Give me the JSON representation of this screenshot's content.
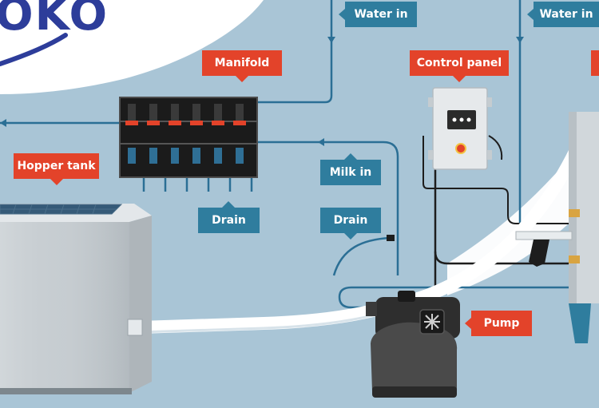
{
  "brand": {
    "text": "OKO"
  },
  "labels": {
    "water_in_1": "Water in",
    "water_in_2": "Water in",
    "manifold": "Manifold",
    "control_panel": "Control panel",
    "hopper_tank": "Hopper tank",
    "drain_1": "Drain",
    "drain_2": "Drain",
    "milk_in": "Milk in",
    "pump": "Pump"
  },
  "colors": {
    "background": "#a9c5d6",
    "label_red": "#e3432a",
    "label_teal": "#2f7d9e",
    "pipe": "#2b6f95",
    "brand_blue": "#2d3d9a"
  }
}
